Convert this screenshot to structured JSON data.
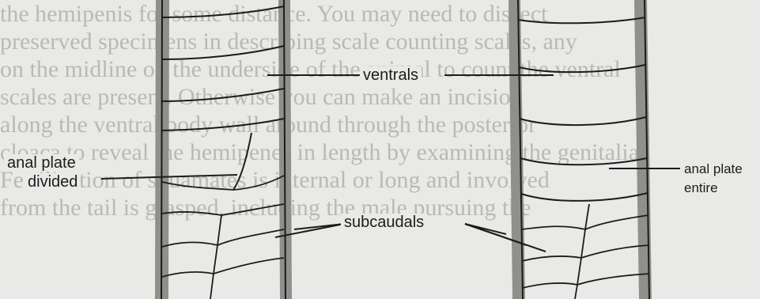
{
  "background_text": [
    "the hemipenis for some distance. You may need to dissect",
    "preserved specimens in describing scale counting scales, any",
    "on the midline on the underside of the animal to count the ventral",
    "scales are present. Otherwise you can make an incision",
    "along the ventral body wall around through the posterior",
    "cloaca to reveal the hemipenes in length by examining the genitalia",
    "Fertilization of squamates is internal or long and involved",
    "from the tail is grasped, including the male pursuing the"
  ],
  "labels": {
    "ventrals": "ventrals",
    "subcaudals": "subcaudals",
    "anal_plate_divided_line1": "anal plate",
    "anal_plate_divided_line2": "divided",
    "anal_plate_entire_line1": "anal plate",
    "anal_plate_entire_line2": "entire"
  },
  "colors": {
    "background": "#e9e9e7",
    "stripe": "#8f8f8c",
    "ink": "#1c1c1c",
    "faded_text": "#b9b9b6"
  }
}
